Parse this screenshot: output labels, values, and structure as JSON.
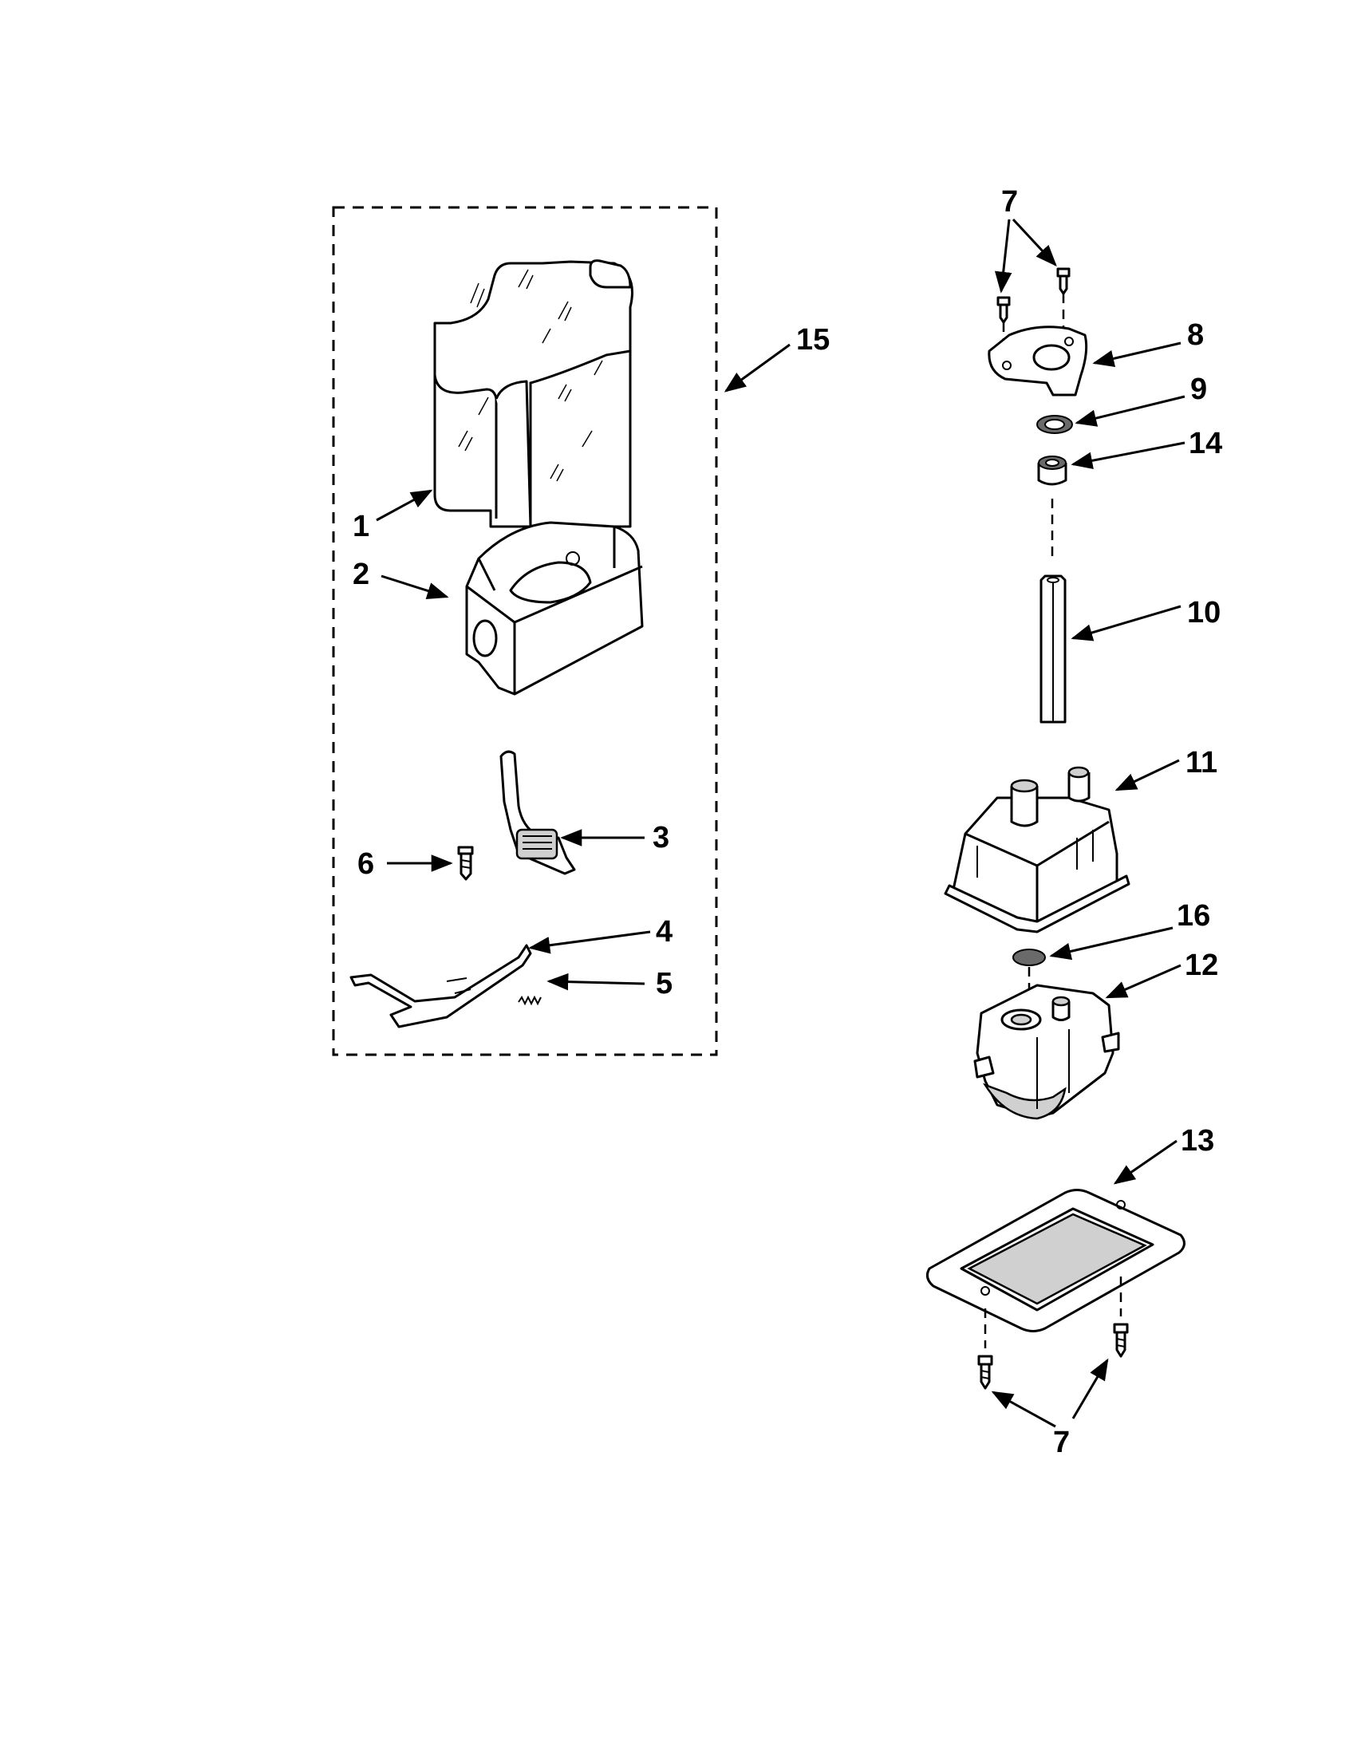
{
  "callouts": {
    "c1": "1",
    "c2": "2",
    "c3": "3",
    "c4": "4",
    "c5": "5",
    "c6": "6",
    "c7_top": "7",
    "c7_bottom": "7",
    "c8": "8",
    "c9": "9",
    "c10": "10",
    "c11": "11",
    "c12": "12",
    "c13": "13",
    "c14": "14",
    "c15": "15",
    "c16": "16"
  }
}
